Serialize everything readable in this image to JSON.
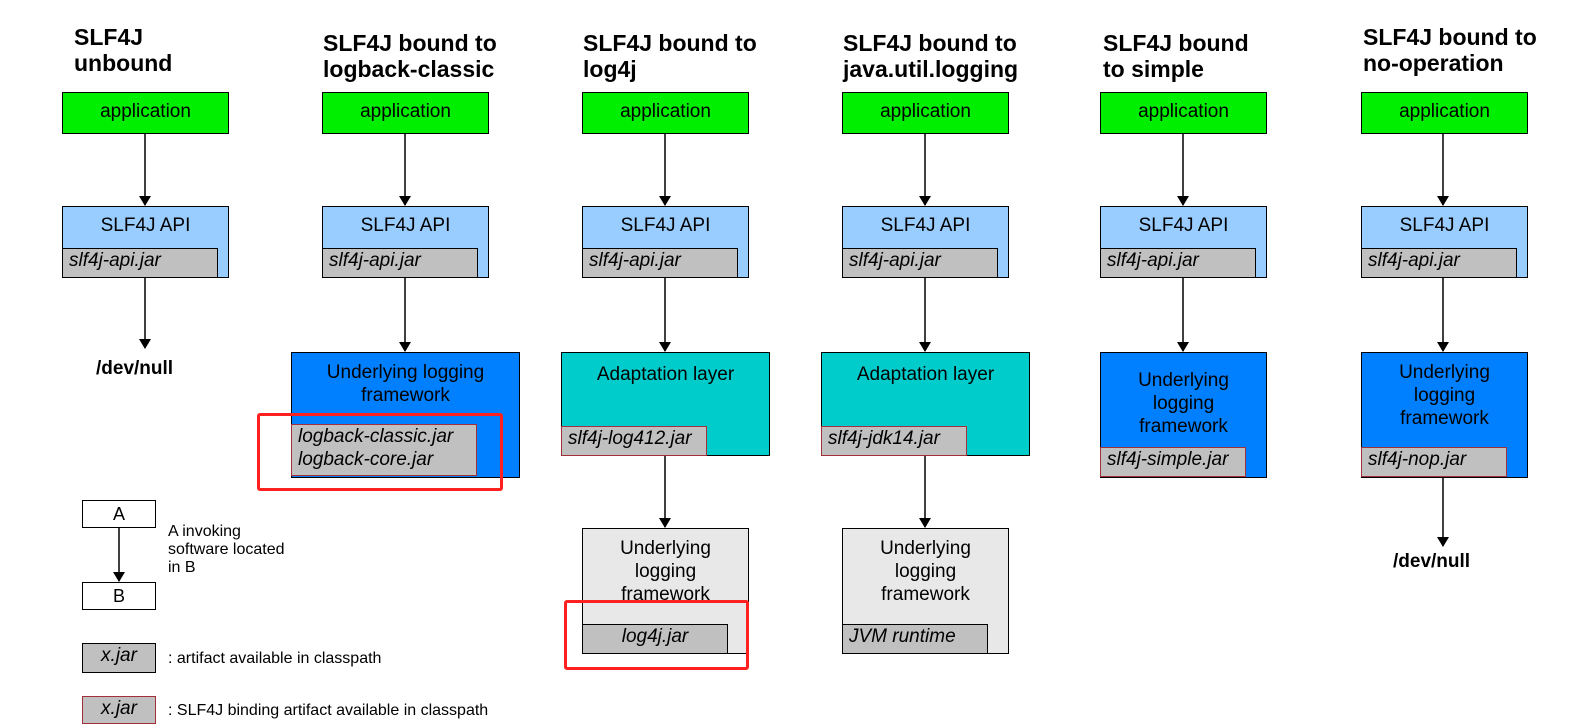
{
  "columns": [
    {
      "title": "SLF4J\nunbound",
      "application": "application",
      "api": "SLF4J API",
      "api_jar": "slf4j-api.jar",
      "devnull": "/dev/null"
    },
    {
      "title": "SLF4J bound to\nlogback-classic",
      "application": "application",
      "api": "SLF4J API",
      "api_jar": "slf4j-api.jar",
      "framework": "Underlying logging\nframework",
      "framework_jar": "logback-classic.jar\nlogback-core.jar"
    },
    {
      "title": "SLF4J bound to\nlog4j",
      "application": "application",
      "api": "SLF4J API",
      "api_jar": "slf4j-api.jar",
      "adaptation": "Adaptation layer",
      "adaptation_jar": "slf4j-log412.jar",
      "framework": "Underlying\nlogging\nframework",
      "framework_jar": "log4j.jar"
    },
    {
      "title": "SLF4J bound to\njava.util.logging",
      "application": "application",
      "api": "SLF4J API",
      "api_jar": "slf4j-api.jar",
      "adaptation": "Adaptation layer",
      "adaptation_jar": "slf4j-jdk14.jar",
      "framework": "Underlying\nlogging\nframework",
      "framework_jar": "JVM runtime"
    },
    {
      "title": "SLF4J bound\nto simple",
      "application": "application",
      "api": "SLF4J API",
      "api_jar": "slf4j-api.jar",
      "framework": "Underlying\nlogging\nframework",
      "framework_jar": "slf4j-simple.jar"
    },
    {
      "title": "SLF4J bound to\nno-operation",
      "application": "application",
      "api": "SLF4J API",
      "api_jar": "slf4j-api.jar",
      "framework": "Underlying\nlogging\nframework",
      "framework_jar": "slf4j-nop.jar",
      "devnull": "/dev/null"
    }
  ],
  "legend": {
    "box_a": "A",
    "box_b": "B",
    "invoke_text": "A invoking\nsoftware located\nin B",
    "jar_label": "x.jar",
    "jar_text": ": artifact available in classpath",
    "binding_label": "x.jar",
    "binding_text": ": SLF4J binding artifact available in classpath"
  },
  "colors": {
    "application": "#00ee00",
    "api": "#99ccff",
    "framework_native": "#0080ff",
    "adaptation": "#00cccc",
    "framework_external": "#e8e8e8",
    "jar": "#c0c0c0",
    "binding_border": "#a0303a",
    "highlight": "#ff2020"
  }
}
